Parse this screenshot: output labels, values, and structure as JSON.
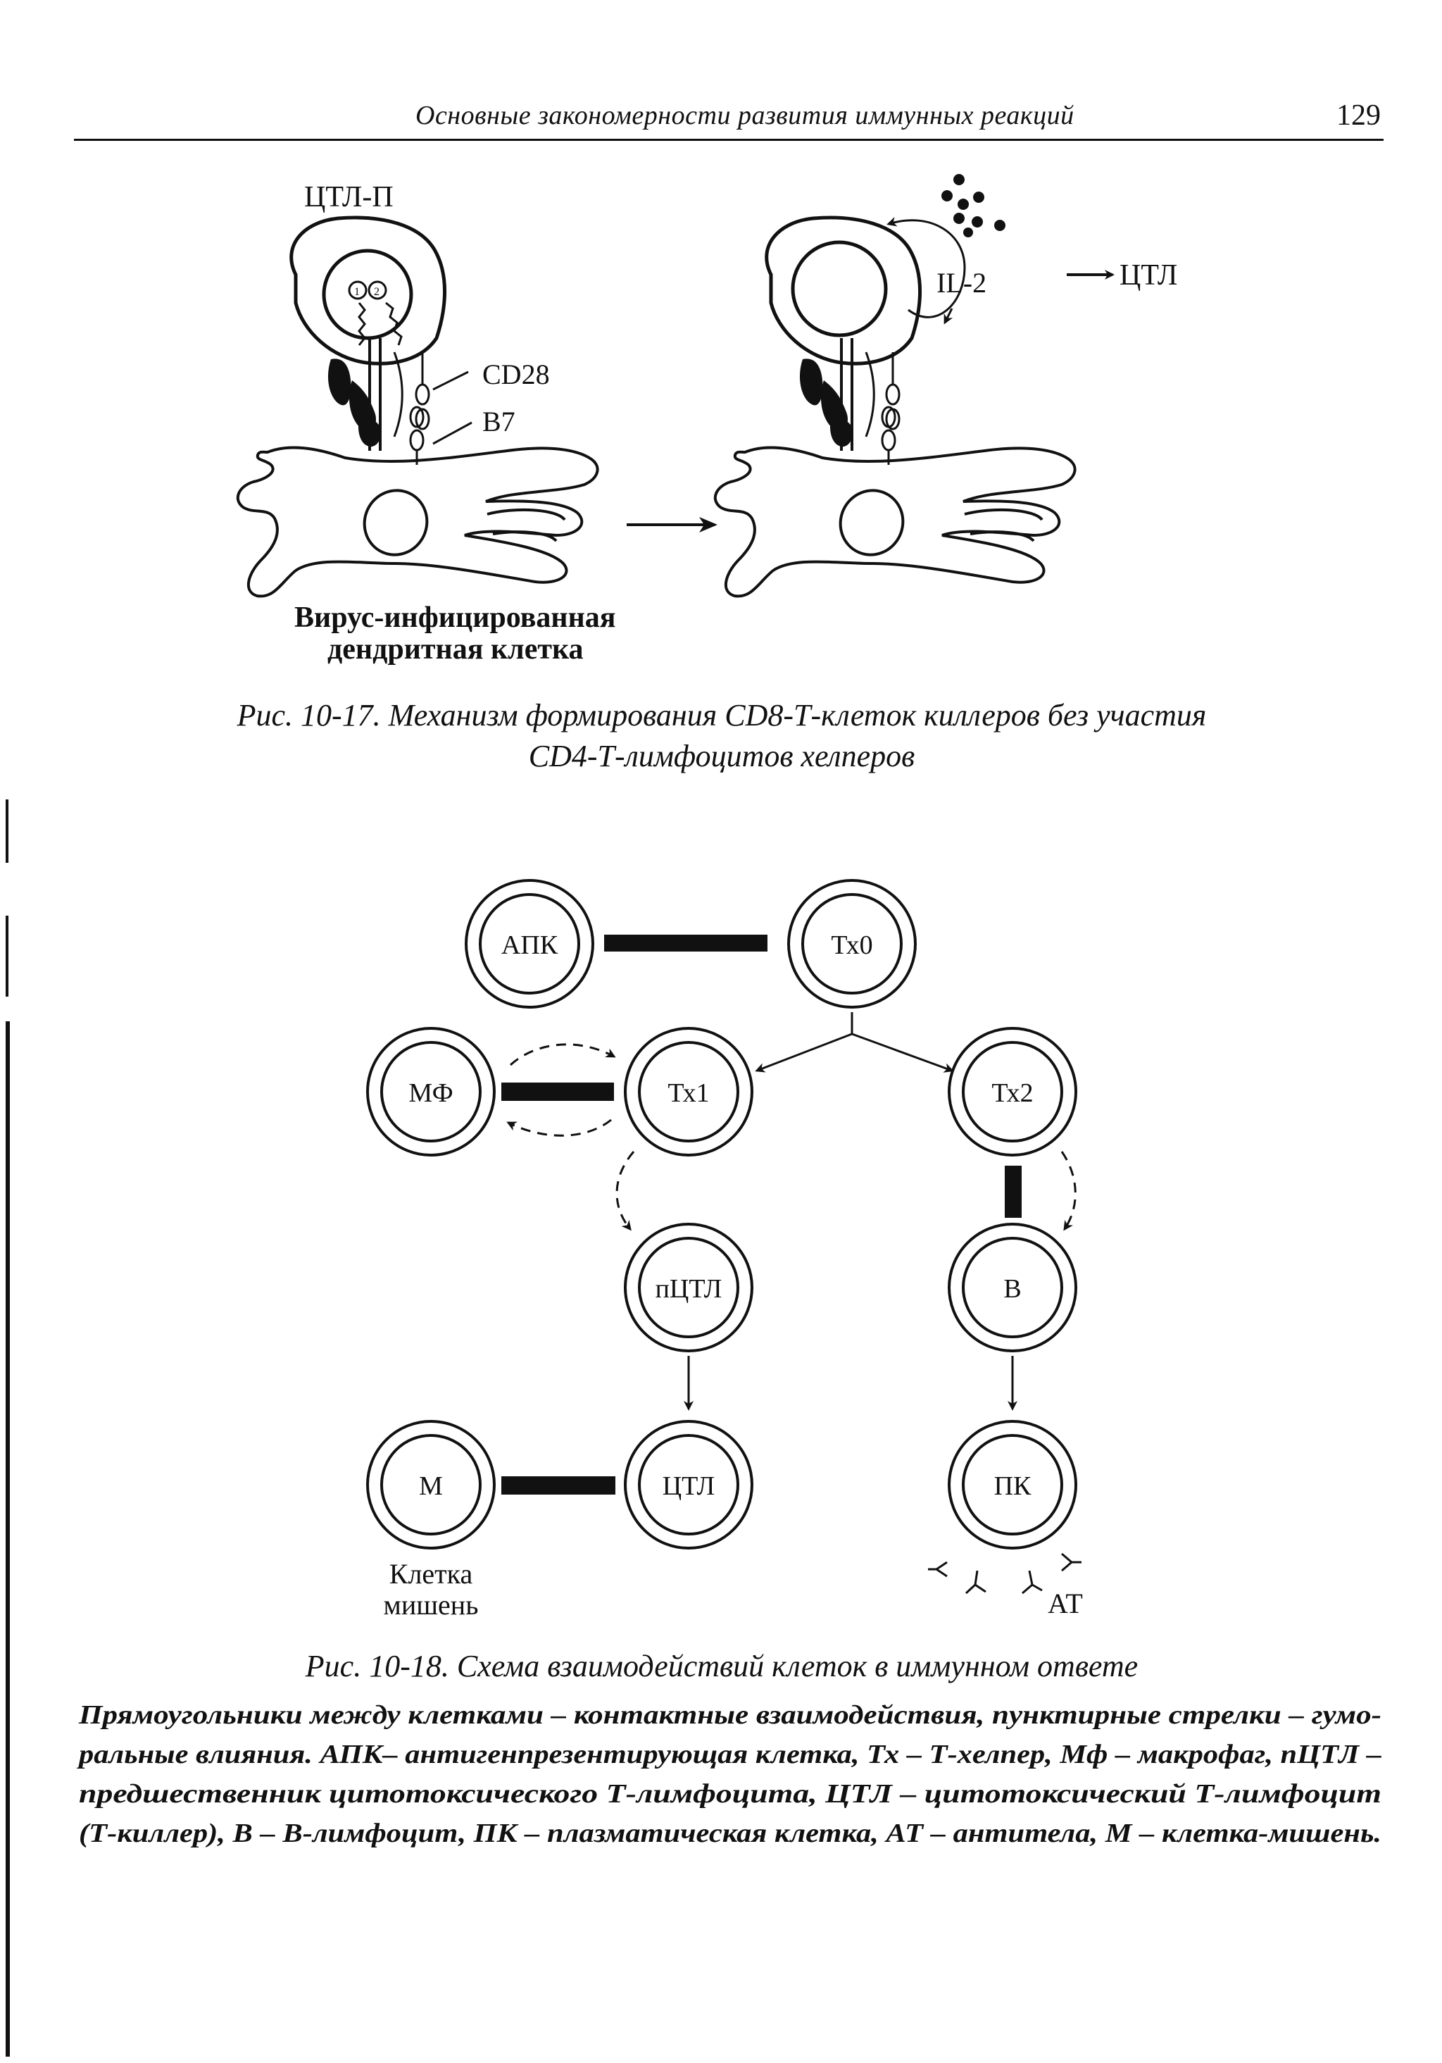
{
  "header": {
    "running_title": "Основные закономерности развития иммунных реакций",
    "page_number": "129"
  },
  "figure_17": {
    "labels": {
      "precursor": "ЦТЛ-П",
      "cd28": "CD28",
      "b7": "B7",
      "il2": "IL-2",
      "result": "ЦТЛ",
      "dc_line1": "Вирус-инфицированная",
      "dc_line2": "дендритная клетка"
    },
    "caption_line1": "Рис. 10-17. Механизм формирования CD8-Т-клеток киллеров без участия",
    "caption_line2": "CD4-Т-лимфоцитов хелперов"
  },
  "figure_18": {
    "cells": {
      "apc": "АПК",
      "th0": "Тх0",
      "mf": "МФ",
      "th1": "Тх1",
      "th2": "Тх2",
      "pctl": "пЦТЛ",
      "b": "B",
      "m": "M",
      "ctl": "ЦТЛ",
      "pk": "ПК"
    },
    "target_line1": "Клетка",
    "target_line2": "мишень",
    "antibody_label": "АТ",
    "caption": "Рис. 10-18. Схема взаимодействий клеток в иммунном ответе",
    "description_line1": "Прямоугольники между клетками – контактные взаимодействия, пунктирные стрелки – гумо-",
    "description_line2": "ральные влияния. АПК– антигенпрезентирующая клетка, Тх – Т-хелпер, Мф – макрофаг, пЦТЛ –",
    "description_line3": "предшественник цитотоксического Т-лимфоцита, ЦТЛ – цитотоксический Т-лимфоцит",
    "description_line4": "(Т-киллер), В – В-лимфоцит, ПК – плазматическая клетка, АТ – антитела, М – клетка-мишень."
  }
}
